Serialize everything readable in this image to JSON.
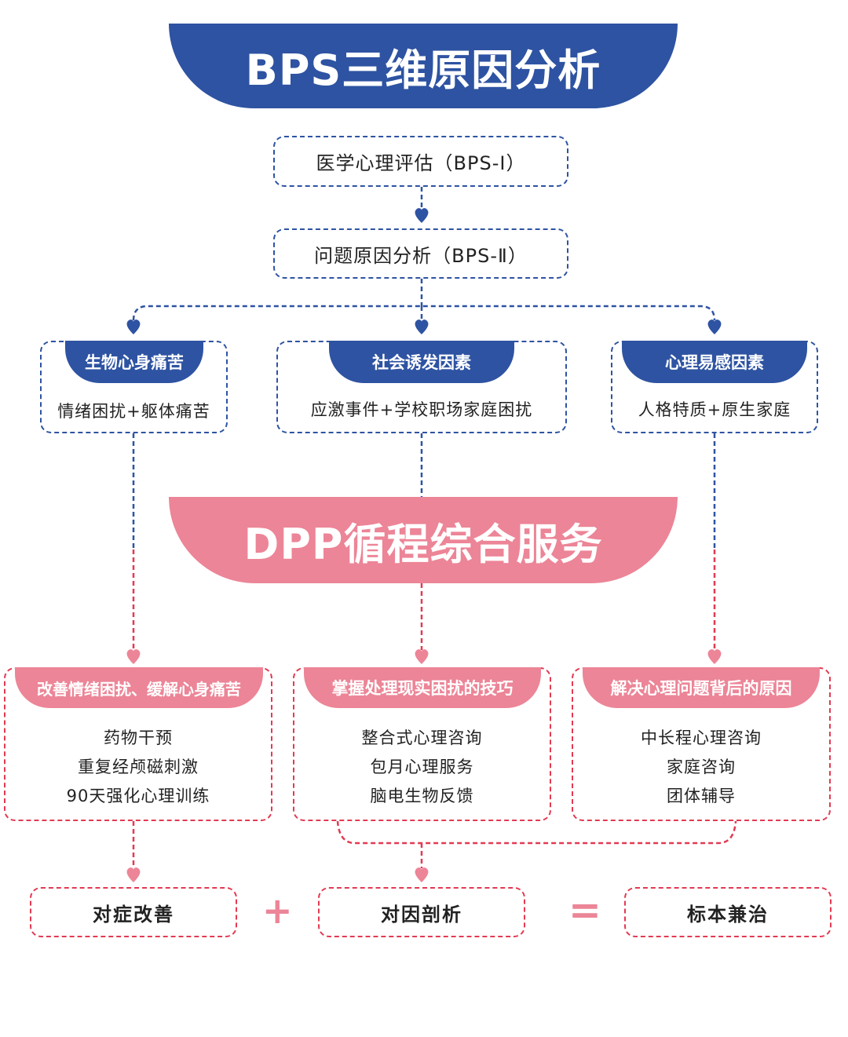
{
  "colors": {
    "primary_blue": "#2e53a2",
    "primary_pink": "#ec8597",
    "dash_pink": "#e23a52",
    "text": "#222222"
  },
  "bps": {
    "title": "BPS三维原因分析",
    "step1": "医学心理评估（BPS-Ⅰ）",
    "step2": "问题原因分析（BPS-Ⅱ）",
    "factors": [
      {
        "tab": "生物心身痛苦",
        "body": "情绪困扰+躯体痛苦"
      },
      {
        "tab": "社会诱发因素",
        "body": "应激事件+学校职场家庭困扰"
      },
      {
        "tab": "心理易感因素",
        "body": "人格特质+原生家庭"
      }
    ]
  },
  "dpp": {
    "title": "DPP循程综合服务",
    "services": [
      {
        "tab": "改善情绪困扰、缓解心身痛苦",
        "items": [
          "药物干预",
          "重复经颅磁刺激",
          "90天强化心理训练"
        ]
      },
      {
        "tab": "掌握处理现实困扰的技巧",
        "items": [
          "整合式心理咨询",
          "包月心理服务",
          "脑电生物反馈"
        ]
      },
      {
        "tab": "解决心理问题背后的原因",
        "items": [
          "中长程心理咨询",
          "家庭咨询",
          "团体辅导"
        ]
      }
    ]
  },
  "outcome": {
    "left": "对症改善",
    "plus": "+",
    "middle": "对因剖析",
    "equals": "=",
    "right": "标本兼治"
  },
  "connector_icon": "heart-icon"
}
